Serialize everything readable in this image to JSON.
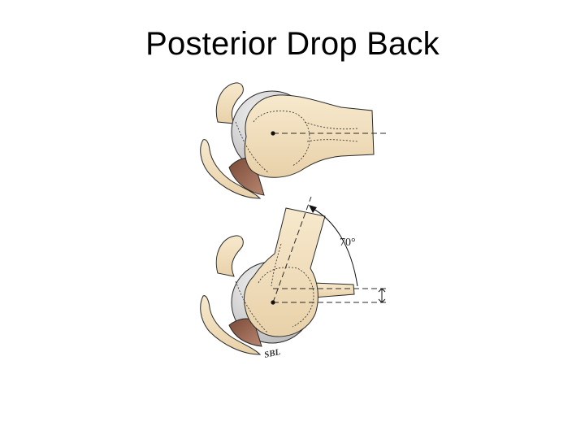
{
  "slide": {
    "title": "Posterior Drop Back"
  },
  "diagram": {
    "angle_label": "70°",
    "signature": "SBL",
    "colors": {
      "bone": "#f5e4c3",
      "bone_shadow": "#e3caa0",
      "head": "#e6e6e6",
      "head_shadow": "#bdbdbd",
      "ligament": "#9b6a55",
      "outline": "#2a2a2a"
    }
  }
}
